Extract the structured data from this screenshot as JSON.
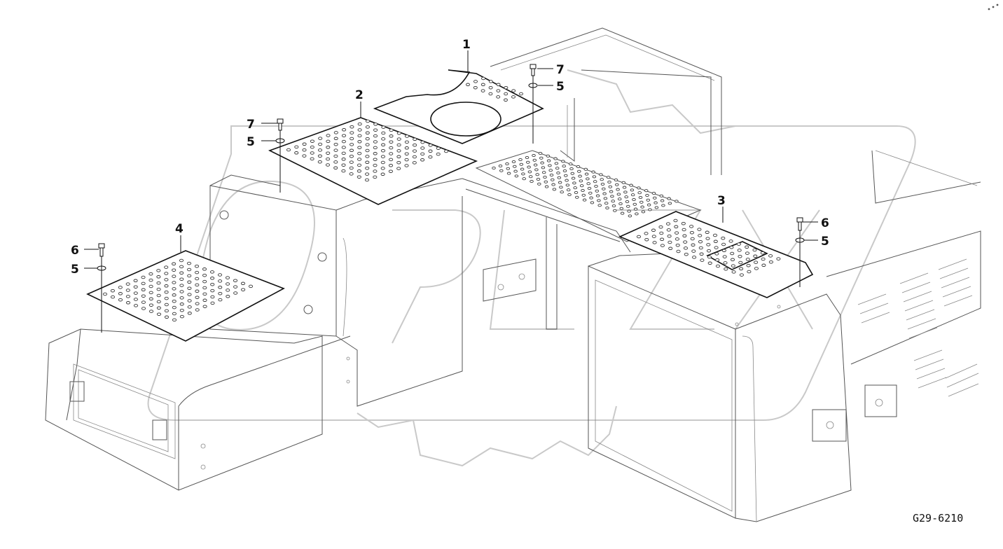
{
  "drawing": {
    "code": "G29-6210"
  },
  "parts": [
    {
      "id": "plate-1",
      "label": "1"
    },
    {
      "id": "plate-2",
      "label": "2"
    },
    {
      "id": "plate-3",
      "label": "3"
    },
    {
      "id": "plate-4",
      "label": "4"
    }
  ],
  "fasteners": {
    "bolt_7": "7",
    "washer_5": "5",
    "bolt_6": "6"
  },
  "watermark": {
    "text": "OPEX"
  },
  "colors": {
    "line": "#111111",
    "background": "#ffffff",
    "watermark": "#c9c9c9"
  }
}
